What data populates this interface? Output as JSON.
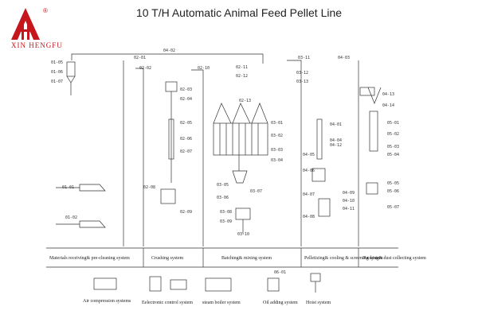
{
  "brand": {
    "name": "XIN HENGFU",
    "color": "#c4161c",
    "logo_icon": "triangular-logo-icon",
    "registered_mark": "®"
  },
  "title": "10 T/H Automatic Animal Feed Pellet Line",
  "sections": [
    "Materials receiving& pre-cleaning system",
    "Crushing system",
    "Batching& mixing system",
    "Pelletizing& cooling & screening system",
    "Packing& dust collecting system"
  ],
  "auxiliary": [
    "Air compression systems",
    "Eelectronic control system",
    "steam boiler system",
    "Oil adding system",
    "Hoist system"
  ],
  "tags": {
    "t0105": "01-05",
    "t0106": "01-06",
    "t0107": "01-07",
    "t0101": "01-01",
    "t0102": "01-02",
    "t0402": "04-02",
    "t0201": "02-01",
    "t0202": "02-02",
    "t0203": "02-03",
    "t0204": "02-04",
    "t0205": "02-05",
    "t0206": "02-06",
    "t0207": "02-07",
    "t0208": "02-08",
    "t0209": "02-09",
    "t0210": "02-10",
    "t0211": "02-11",
    "t0212": "02-12",
    "t0213": "02-13",
    "t0301": "03-01",
    "t0302": "03-02",
    "t0303": "03-03",
    "t0304": "03-04",
    "t0305": "03-05",
    "t0306": "03-06",
    "t0307": "03-07",
    "t0308": "03-08",
    "t0309": "03-09",
    "t0310": "03-10",
    "t0311": "03-11",
    "t0312": "03-12",
    "t0313": "03-13",
    "t0401": "04-01",
    "t0403": "04-03",
    "t0404": "04-04",
    "t0405": "04-05",
    "t0406": "04-06",
    "t0407": "04-07",
    "t0408": "04-08",
    "t0409": "04-09",
    "t0410": "04-10",
    "t0411": "04-11",
    "t0412": "04-12",
    "t0413": "04-13",
    "t0414": "04-14",
    "t0501": "05-01",
    "t0502": "05-02",
    "t0503": "05-03",
    "t0504": "05-04",
    "t0505": "05-05",
    "t0506": "05-06",
    "t0507": "05-07",
    "t0601": "06-01"
  }
}
